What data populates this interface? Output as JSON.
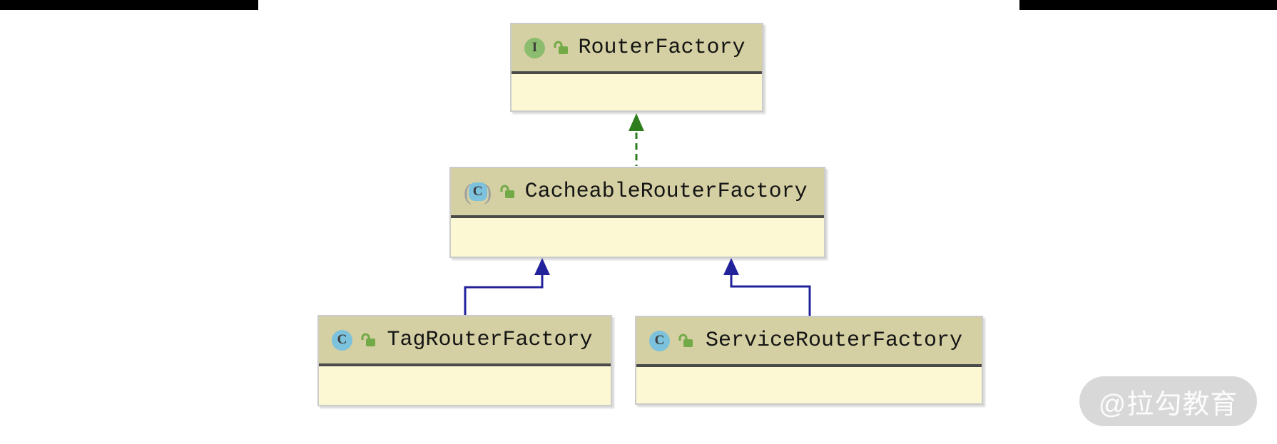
{
  "diagram": {
    "classes": [
      {
        "name": "RouterFactory",
        "kind": "interface",
        "visibility": "public"
      },
      {
        "name": "CacheableRouterFactory",
        "kind": "abstract-class",
        "visibility": "public"
      },
      {
        "name": "TagRouterFactory",
        "kind": "class",
        "visibility": "public"
      },
      {
        "name": "ServiceRouterFactory",
        "kind": "class",
        "visibility": "public"
      }
    ],
    "relations": [
      {
        "from": "CacheableRouterFactory",
        "to": "RouterFactory",
        "type": "implements",
        "style": "dashed-green-arrow"
      },
      {
        "from": "TagRouterFactory",
        "to": "CacheableRouterFactory",
        "type": "extends",
        "style": "solid-blue-arrow"
      },
      {
        "from": "ServiceRouterFactory",
        "to": "CacheableRouterFactory",
        "type": "extends",
        "style": "solid-blue-arrow"
      }
    ]
  },
  "icons": {
    "interface_letter": "I",
    "class_letter": "C",
    "abstract_paren_open": "(",
    "abstract_paren_close": ")"
  },
  "watermark": {
    "text": "@拉勾教育"
  },
  "colors": {
    "header_fill": "#d5d0a3",
    "body_fill": "#fcf8d3",
    "divider": "#4a4a4a",
    "box_border": "#cbcbcb",
    "extends_arrow": "#22229b",
    "implements_arrow": "#2e7d1d",
    "interface_green": "#8cbd6e",
    "class_blue": "#7cc2dc",
    "lock_green": "#72aa48",
    "paren_gray": "#9e9e9e",
    "watermark_bg": "#d8d8d8",
    "topbar_black": "#000000"
  }
}
